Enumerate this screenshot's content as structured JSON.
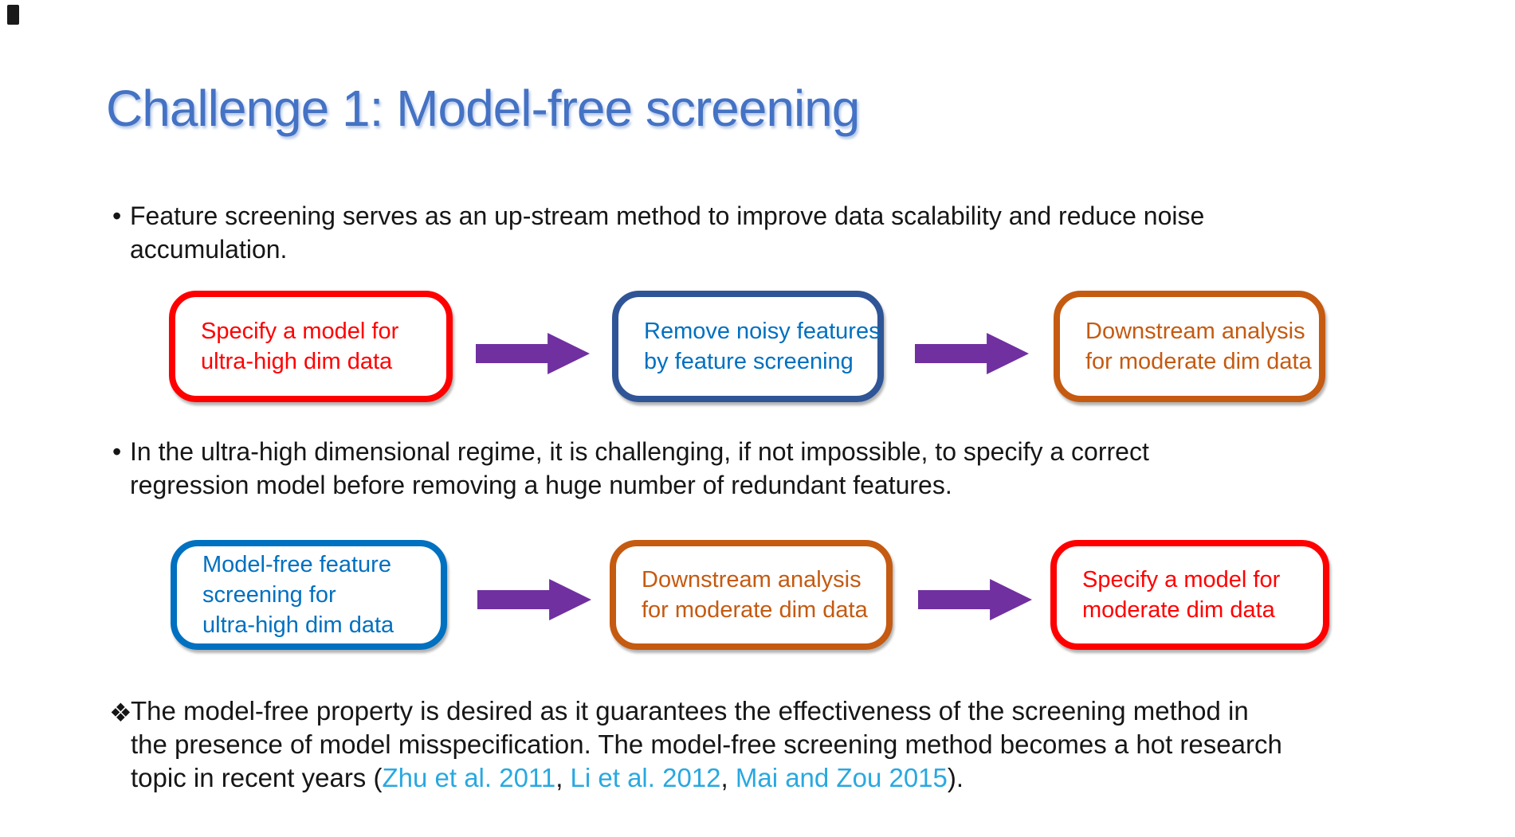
{
  "slide": {
    "title": "Challenge 1: Model-free screening",
    "colors": {
      "title_blue": "#4472C4",
      "red": "#FF0000",
      "navy": "#2F5597",
      "azure": "#0070C0",
      "orange": "#C55A11",
      "purple": "#7030A0",
      "cite_cyan": "#29A8E0",
      "body_text": "#161616"
    },
    "bullet1": {
      "marker": "•",
      "lines": [
        "Feature screening serves as an up-stream method to improve data scalability and reduce noise",
        "accumulation."
      ]
    },
    "bullet2": {
      "marker": "•",
      "lines": [
        "In the ultra-high dimensional regime, it is challenging, if not impossible, to specify a correct",
        "regression model before removing a huge number of redundant features."
      ]
    },
    "flow1": {
      "boxes": [
        {
          "text": "Specify a model for\nultra-high dim data"
        },
        {
          "text": "Remove noisy features\nby feature screening"
        },
        {
          "text": "Downstream analysis\nfor moderate dim data"
        }
      ]
    },
    "flow2": {
      "boxes": [
        {
          "text": "Model-free feature\nscreening for\nultra-high dim data"
        },
        {
          "text": "Downstream analysis\nfor moderate dim data"
        },
        {
          "text": "Specify a model for\nmoderate dim data"
        }
      ]
    },
    "closing": {
      "marker": "❖",
      "line1": "The model-free property is desired as it guarantees the effectiveness of the screening method in",
      "line2": "the presence of model misspecification. The model-free screening method becomes a hot research",
      "line3_prefix": "topic in recent years (",
      "citations": [
        "Zhu et al. 2011",
        "Li et al. 2012",
        "Mai and Zou 2015"
      ],
      "separator": ", ",
      "line3_suffix": ")."
    }
  }
}
